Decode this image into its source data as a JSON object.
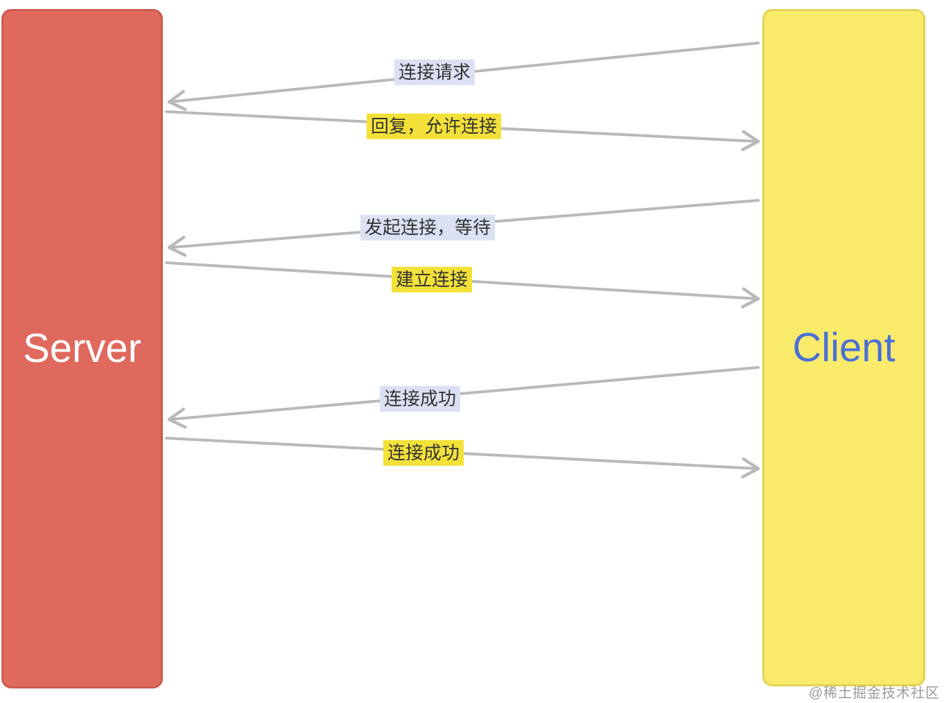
{
  "server": {
    "label": "Server"
  },
  "client": {
    "label": "Client"
  },
  "messages": [
    {
      "text": "连接请求",
      "from": "client",
      "to": "server",
      "highlight": "lavender"
    },
    {
      "text": "回复，允许连接",
      "from": "server",
      "to": "client",
      "highlight": "yellow"
    },
    {
      "text": "发起连接，等待",
      "from": "client",
      "to": "server",
      "highlight": "lavender"
    },
    {
      "text": "建立连接",
      "from": "server",
      "to": "client",
      "highlight": "yellow"
    },
    {
      "text": "连接成功",
      "from": "client",
      "to": "server",
      "highlight": "lavender"
    },
    {
      "text": "连接成功",
      "from": "server",
      "to": "client",
      "highlight": "yellow"
    }
  ],
  "watermark": "@稀土掘金技术社区",
  "colors": {
    "server_fill": "#e0695e",
    "server_border": "#cd5b51",
    "server_text": "#ffffff",
    "client_fill": "#f8eb6b",
    "client_border": "#e2d253",
    "client_text": "#4a6fd6",
    "label_lavender": "#dbe0f3",
    "label_yellow": "#f3e139",
    "label_text": "#333333",
    "arrow": "#b9b9b9",
    "watermark_text": "#9a9a9a"
  }
}
